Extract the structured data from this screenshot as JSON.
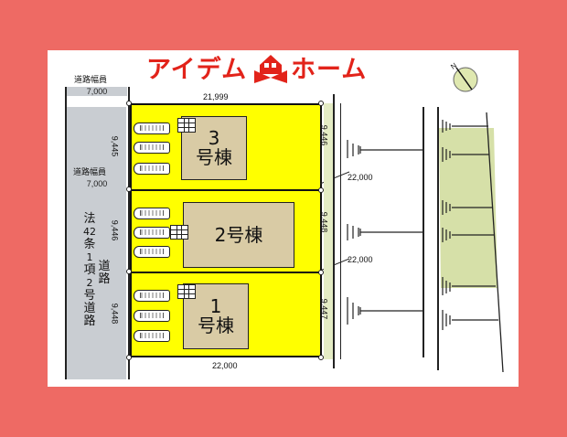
{
  "header": {
    "brand_left": "アイデム",
    "brand_right": "ホーム",
    "logo_icon": "house-bowtie-logo",
    "brand_color": "#e2231a"
  },
  "compass": {
    "label": "N",
    "icon": "north-arrow-compass"
  },
  "road": {
    "width_label_top": "道路幅員",
    "width_value_top": "7,000",
    "width_label_mid": "道路幅員",
    "width_value_mid": "7,000",
    "designation_col1": [
      "法",
      "42",
      "条",
      "1",
      "項",
      "2",
      "号",
      "道",
      "路"
    ],
    "designation_col2": [
      "道",
      "路"
    ]
  },
  "dimensions": {
    "top_frontage": "21,999",
    "lot3_depth_left": "9,445",
    "lot2_depth_left": "9,446",
    "lot1_depth_left": "9,448",
    "lot3_depth_right": "9,446",
    "lot2_depth_right": "9,448",
    "lot1_depth_right": "9,447",
    "boundary_3_2": "22,000",
    "boundary_2_1": "22,000",
    "bottom_frontage": "22,000"
  },
  "lots": [
    {
      "number": "3",
      "suffix": "号棟",
      "label": "3号棟",
      "parking_spaces": 3
    },
    {
      "number": "2",
      "suffix": "号棟",
      "label": "2号棟",
      "parking_spaces": 3
    },
    {
      "number": "1",
      "suffix": "号棟",
      "label": "1号棟",
      "parking_spaces": 3
    }
  ],
  "colors": {
    "background": "#ee6a64",
    "lot_fill": "#ffff00",
    "house_fill": "#d9cba5",
    "road_fill": "#c9cdd2",
    "green_area": "#d6e0a8"
  }
}
